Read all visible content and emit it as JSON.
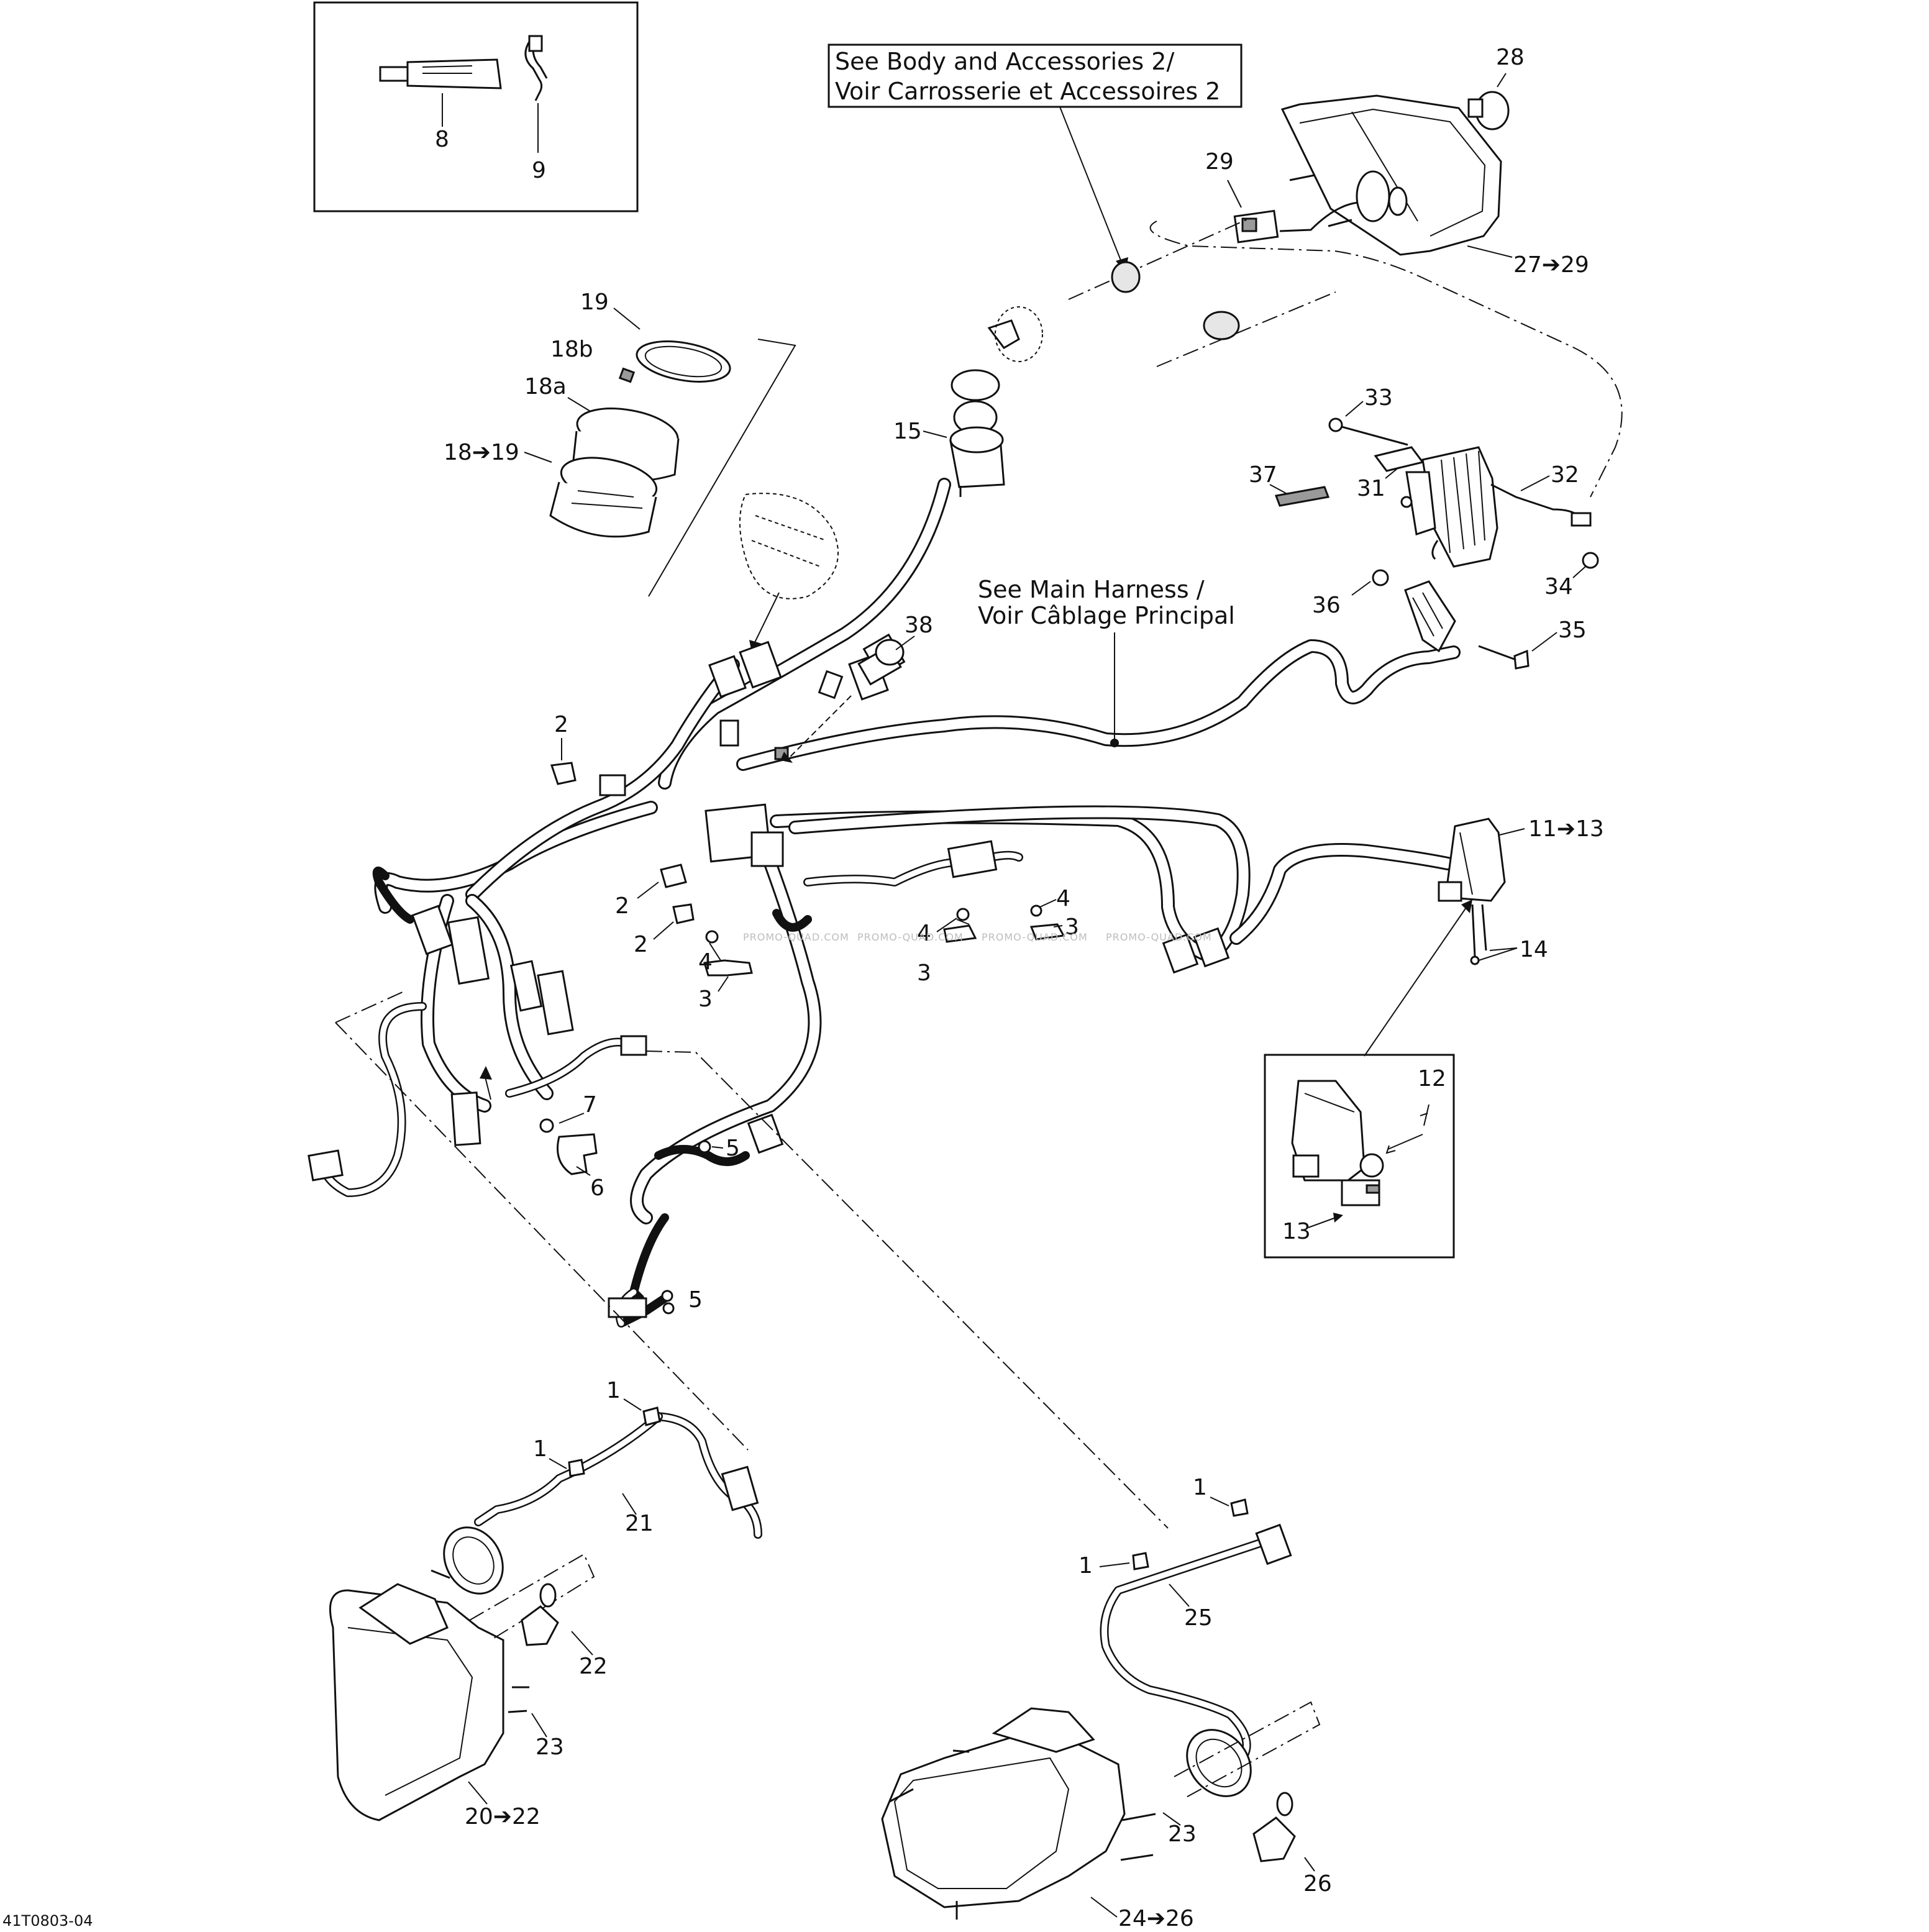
{
  "diagram": {
    "reference_code": "41T0803-04",
    "watermark": "PROMO-QUAD.COM",
    "notes": {
      "body_accessories_line1": "See Body and Accessories 2/",
      "body_accessories_line2": "Voir Carrosserie et Accessoires 2",
      "main_harness_line1": "See Main Harness /",
      "main_harness_line2": "Voir Câblage Principal"
    },
    "callouts": {
      "c8": "8",
      "c9": "9",
      "c28": "28",
      "c29": "29",
      "c27_29": "27➔29",
      "c19": "19",
      "c18b": "18b",
      "c18a": "18a",
      "c18_19": "18➔19",
      "c15": "15",
      "c33": "33",
      "c37": "37",
      "c31": "31",
      "c32": "32",
      "c34": "34",
      "c36": "36",
      "c35": "35",
      "c38": "38",
      "c2a": "2",
      "c2b": "2",
      "c2c": "2",
      "c4a": "4",
      "c4b": "4",
      "c4c": "4",
      "c3a": "3",
      "c3b": "3",
      "c3c": "3",
      "c11_13": "11➔13",
      "c14": "14",
      "c12": "12",
      "c13": "13",
      "c7": "7",
      "c6": "6",
      "c5a": "5",
      "c5b": "5",
      "c1a": "1",
      "c1b": "1",
      "c1c": "1",
      "c1d": "1",
      "c21": "21",
      "c22": "22",
      "c23a": "23",
      "c20_22": "20➔22",
      "c25": "25",
      "c23b": "23",
      "c26": "26",
      "c24_26": "24➔26"
    }
  }
}
